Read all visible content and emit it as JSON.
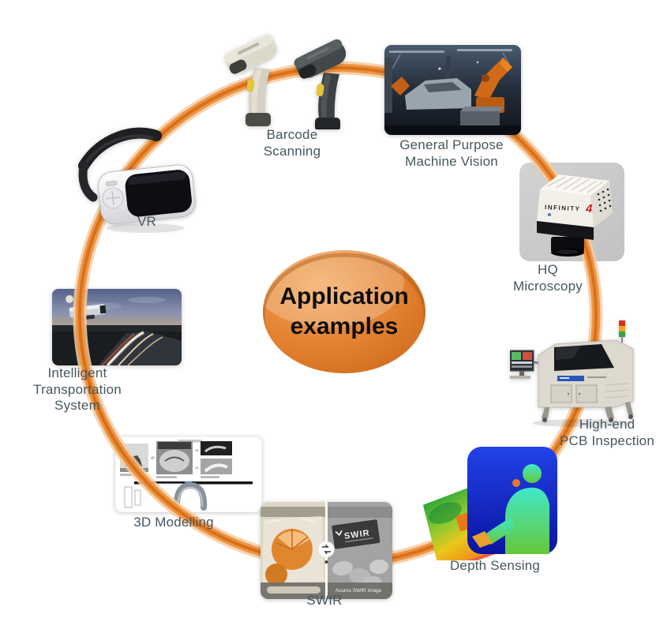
{
  "center": {
    "line1": "Application",
    "line2": "examples"
  },
  "labels": {
    "barcode": "Barcode\nScanning",
    "machine_vision": "General Purpose\nMachine Vision",
    "microscopy": "HQ\nMicroscopy",
    "pcb": "High-end\nPCB Inspection",
    "depth": "Depth Sensing",
    "swir": "SWIR",
    "modelling": "3D Modelling",
    "its": "Intelligent\nTransportation\nSystem",
    "vr": "VR"
  },
  "devices": {
    "camera_brand": "INFINITY",
    "camera_brand_number": "4",
    "swir_logo": "SWIR",
    "swir_caption": "Acuros SWIR image"
  },
  "style": {
    "label_color": "#46565e",
    "ring_outer": "#f4cba0",
    "ring_mid": "#ec9547",
    "ring_core": "#d97018",
    "center_fill": "#e2802e"
  }
}
